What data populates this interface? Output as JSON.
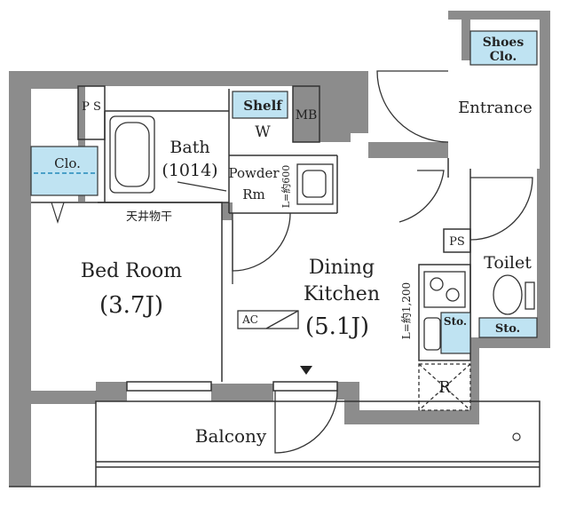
{
  "rooms": {
    "bed_room_name": "Bed Room",
    "bed_room_size": "(3.7J)",
    "dining_line1": "Dining",
    "dining_line2": "Kitchen",
    "dining_size": "(5.1J)",
    "bath_name": "Bath",
    "bath_size": "(1014)",
    "powder_line1": "Powder",
    "powder_line2": "Rm",
    "toilet": "Toilet",
    "entrance": "Entrance",
    "balcony": "Balcony"
  },
  "labels": {
    "ps_top": "P S",
    "ps_toilet": "PS",
    "mb": "MB",
    "clo": "Clo.",
    "shelf": "Shelf",
    "w": "W",
    "shoes_line1": "Shoes",
    "shoes_line2": "Clo.",
    "sto_kitchen": "Sto.",
    "sto_toilet": "Sto.",
    "ac": "AC",
    "refrigerator": "R",
    "ceiling_dryer": "天井物干",
    "powder_dim": "L=約600",
    "kitchen_dim": "L=約1,200"
  },
  "colors": {
    "wall": "#8c8c8c",
    "storage": "#bfe3f2",
    "line": "#333333",
    "dash": "#4aa0c8"
  }
}
